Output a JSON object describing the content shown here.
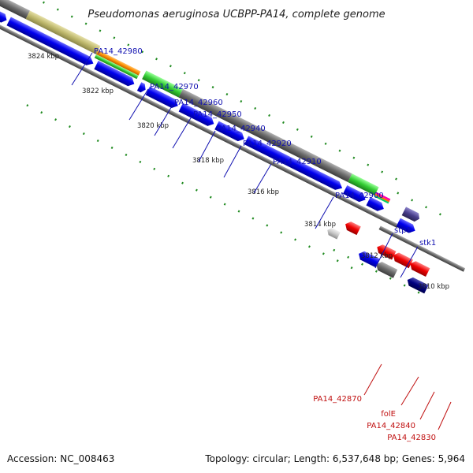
{
  "header": {
    "title": "Pseudomonas aeruginosa UCBPP-PA14, complete genome"
  },
  "footer": {
    "accession": "Accession: NC_008463",
    "topology": "Topology: circular; Length: 6,537,648 bp; Genes: 5,964"
  },
  "ticks": [
    "3824 kbp",
    "3822 kbp",
    "3820 kbp",
    "3818 kbp",
    "3816 kbp",
    "3814 kbp",
    "3812 kbp",
    "3810 kbp"
  ],
  "genes_forward": [
    "PA14_42980",
    "PA14_42970",
    "PA14_42960",
    "PA14_42950",
    "PA14_42940",
    "PA14_42920",
    "PA14_42910",
    "PA14_42900",
    "stp1",
    "stk1"
  ],
  "genes_reverse": [
    "PA14_42870",
    "folE",
    "PA14_42840",
    "PA14_42830"
  ],
  "colors": {
    "forward_gene": "#0000ee",
    "reverse_gene": "#ee0000",
    "forward_label": "#1010b0",
    "reverse_label": "#c01010",
    "backbone": "#7a7a7a",
    "tick_mark": "#1f8a1f",
    "track_olive": "#bdb76b",
    "track_orange": "#ff8c00",
    "track_green": "#33cc33",
    "track_gray": "#6b6b6b",
    "track_navy": "#000080",
    "track_slate": "#483d8b"
  }
}
